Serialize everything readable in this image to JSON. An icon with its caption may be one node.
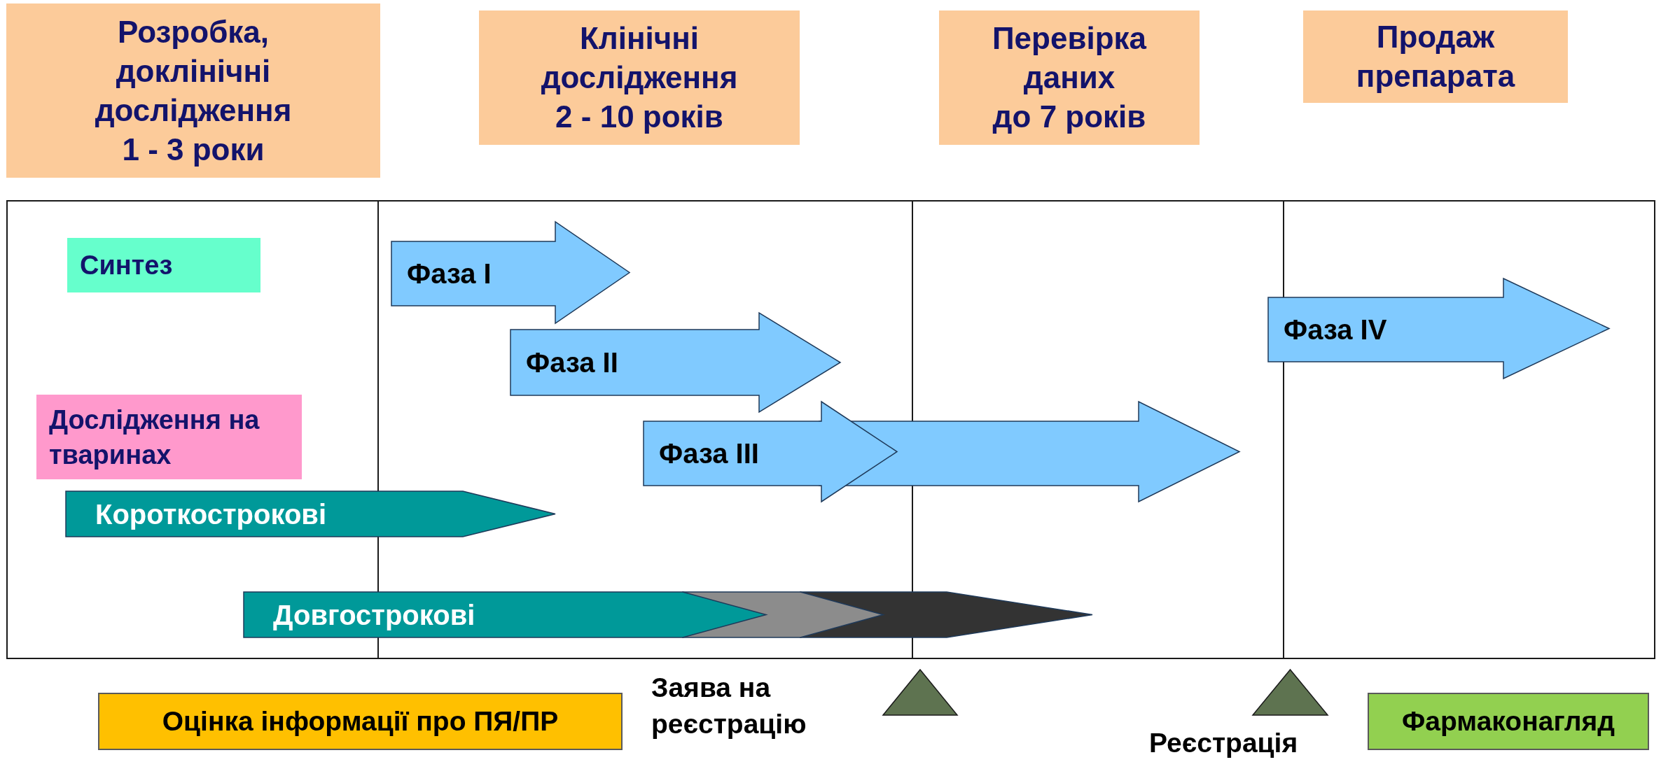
{
  "diagram": {
    "nodes": [
      {
        "text": [
          "Розробка, доклінічні дослідження",
          "1 - 3 роки"
        ]
      },
      {
        "text": [
          "Клінічні дослідження",
          "2 - 10 років"
        ]
      },
      {
        "text": [
          "Перевірка даних",
          "до 7 років"
        ]
      },
      {
        "text": [
          "Продаж препарата"
        ]
      },
      {
        "text": [],
        "shape": "box"
      },
      {
        "text": [
          "Синтез"
        ],
        "in": 4
      },
      {
        "text": [
          "Фаза I"
        ],
        "in": 4
      },
      {
        "text": [
          "Фаза IV"
        ],
        "in": 4
      },
      {
        "text": [
          "Фаза II"
        ],
        "in": 4
      },
      {
        "text": [
          "Дослідження на тваринах"
        ],
        "in": 4
      },
      {
        "text": [
          "Фаза III"
        ],
        "in": 4
      },
      {
        "text": [],
        "shape": "arrow",
        "in": 4
      },
      {
        "text": [
          "Короткострокові"
        ],
        "in": 4
      },
      {
        "text": [
          "Довгострокові"
        ],
        "in": 4
      },
      {
        "text": [],
        "shape": "arrow",
        "in": 4
      },
      {
        "text": [],
        "shape": "arrow",
        "in": 4
      },
      {
        "text": [
          "Оцінка інформації про ПЯ/ПР"
        ]
      },
      {
        "text": [],
        "shape": "triangle"
      },
      {
        "text": [],
        "shape": "triangle"
      },
      {
        "text": [
          "Фармаконагляд"
        ]
      }
    ],
    "labels": [
      "Заява на реєстрацію",
      "Реєстрація"
    ]
  }
}
